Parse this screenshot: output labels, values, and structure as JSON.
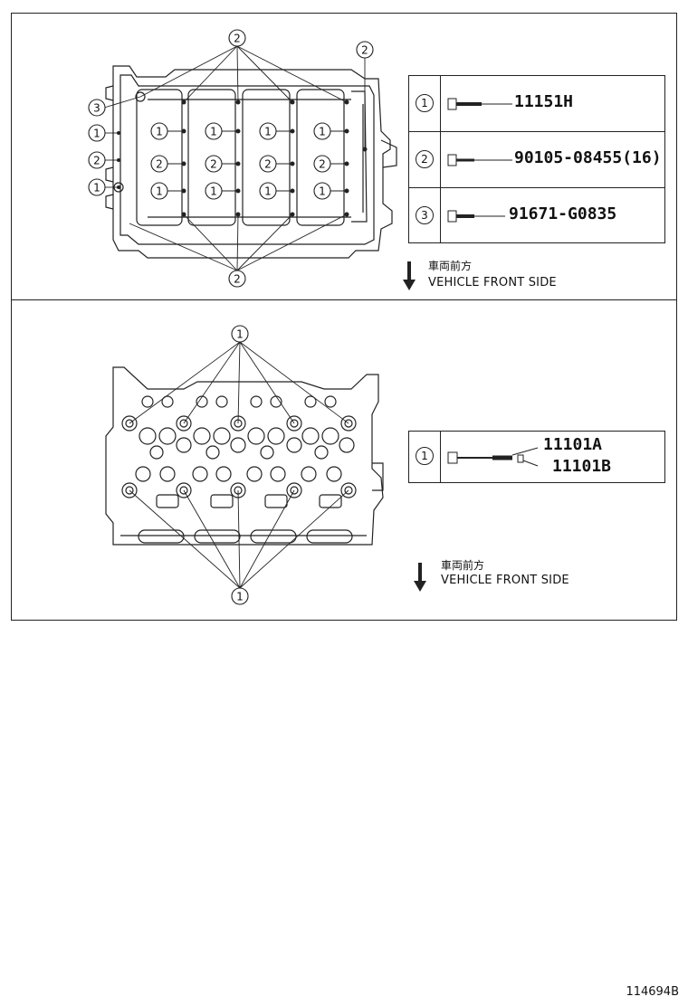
{
  "top": {
    "callouts": [
      "1",
      "2",
      "3"
    ],
    "legend": [
      {
        "num": "1",
        "part": "11151H"
      },
      {
        "num": "2",
        "part": "90105-08455(16)"
      },
      {
        "num": "3",
        "part": "91671-G0835"
      }
    ],
    "front_ja": "車両前方",
    "front_en": "VEHICLE FRONT SIDE"
  },
  "bottom": {
    "callout": "1",
    "legend": {
      "num": "1",
      "parts": [
        "11101A",
        "11101B"
      ]
    },
    "front_ja": "車両前方",
    "front_en": "VEHICLE FRONT SIDE"
  },
  "diagram_id": "114694B"
}
